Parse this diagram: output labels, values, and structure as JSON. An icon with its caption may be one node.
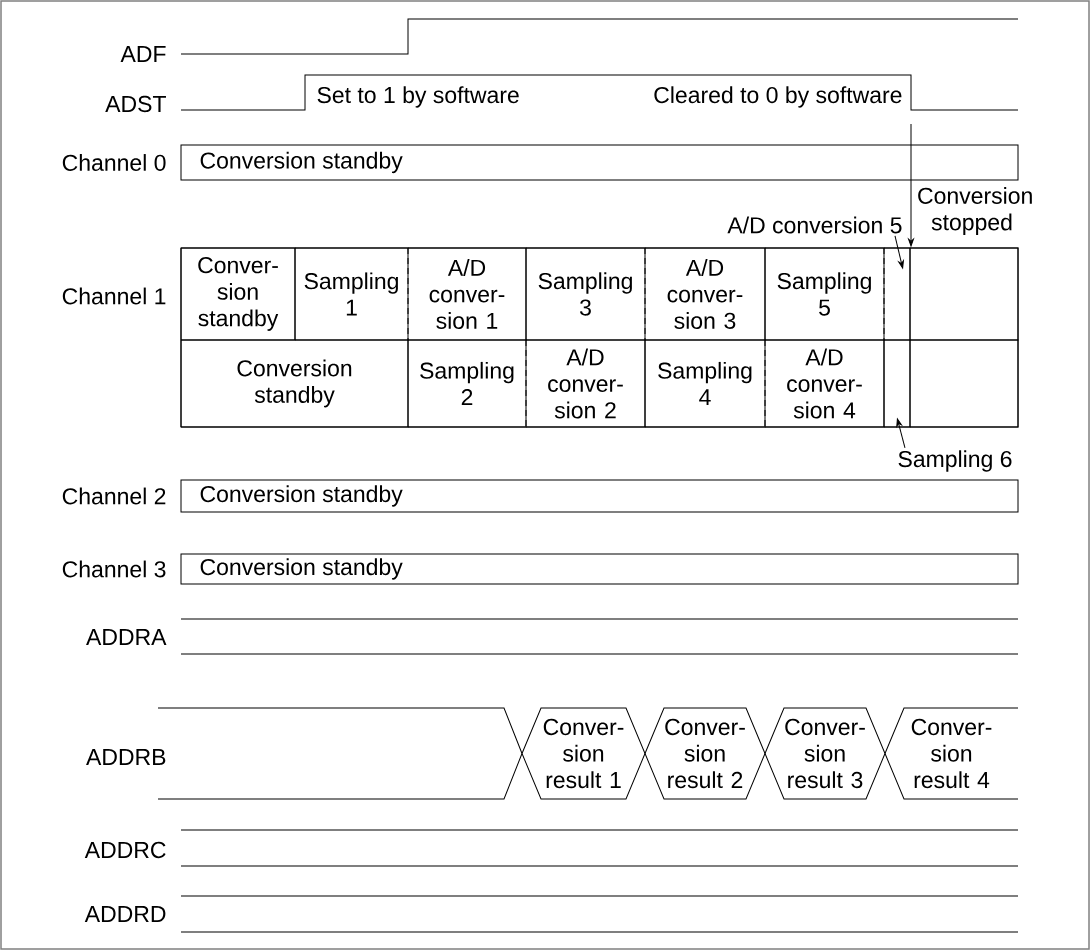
{
  "diagram": {
    "nodes": [
      {
        "text": [
          "Conversion standby"
        ],
        "beside": [
          "Channel 0"
        ]
      },
      {
        "text": [],
        "shape": "box",
        "beside": [
          "Channel 1"
        ]
      },
      {
        "text": [
          "Conver- sion standby"
        ],
        "in": 1
      },
      {
        "text": [
          "Sampling 1"
        ],
        "in": 1
      },
      {
        "text": [
          "A/D conver- sion 1"
        ],
        "in": 1
      },
      {
        "text": [
          "Sampling 3"
        ],
        "in": 1
      },
      {
        "text": [
          "A/D conver- sion 3"
        ],
        "in": 1
      },
      {
        "text": [
          "Sampling 5"
        ],
        "in": 1
      },
      {
        "text": [],
        "shape": "box",
        "in": 1
      },
      {
        "text": [],
        "shape": "box",
        "in": 1
      },
      {
        "text": [
          "Conversion standby"
        ],
        "in": 1
      },
      {
        "text": [
          "Sampling 2"
        ],
        "in": 1
      },
      {
        "text": [
          "A/D conver- sion 2"
        ],
        "in": 1
      },
      {
        "text": [
          "Sampling 4"
        ],
        "in": 1
      },
      {
        "text": [
          "A/D conver- sion 4"
        ],
        "in": 1
      },
      {
        "text": [],
        "shape": "box",
        "in": 1
      },
      {
        "text": [],
        "shape": "box",
        "in": 1
      },
      {
        "text": [
          "A/D conversion 5"
        ]
      },
      {
        "text": [
          "Sampling 6"
        ]
      },
      {
        "text": [
          "Conversion standby"
        ],
        "beside": [
          "Channel 2"
        ]
      },
      {
        "text": [
          "Conversion standby"
        ],
        "beside": [
          "Channel 3"
        ]
      },
      {
        "text": [
          "Conver- sion result 1"
        ]
      },
      {
        "text": [
          "Conver- sion result 2"
        ]
      },
      {
        "text": [
          "Conver- sion result 3"
        ]
      },
      {
        "text": [
          "Conver- sion result 4"
        ]
      }
    ],
    "edges": [
      {
        "from": 17,
        "to": 8,
        "arrow": "to"
      },
      {
        "from": 18,
        "to": 15,
        "arrow": "to"
      },
      {
        "from": null,
        "to": 1,
        "arrow": "to"
      }
    ],
    "labels": [
      "ADF",
      "ADST",
      "Set to 1 by software",
      "Cleared to 0 by software",
      "Conversion stopped",
      "ADDRA",
      "ADDRB",
      "ADDRC",
      "ADDRD"
    ]
  }
}
